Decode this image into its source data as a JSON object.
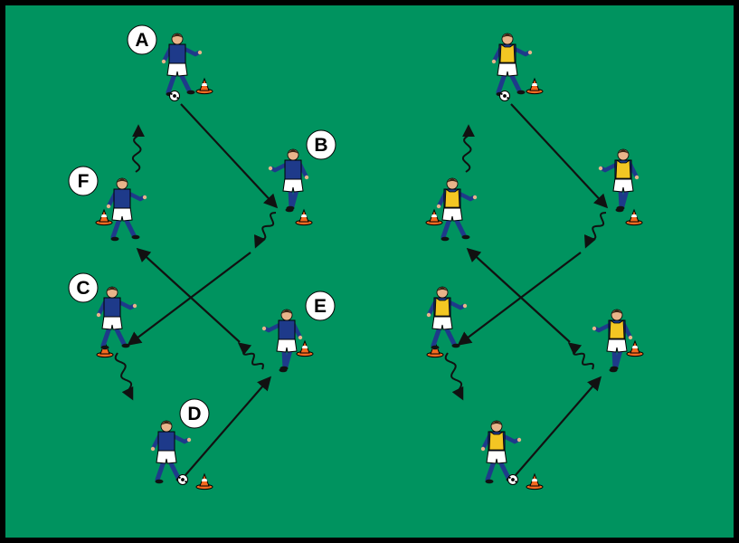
{
  "colors": {
    "pitch": "#00935f",
    "border": "#000000",
    "kit_blue": "#1e3a8a",
    "kit_shorts": "#ffffff",
    "bib_yellow": "#f3c623",
    "cone_orange": "#f26a21",
    "skin": "#e8b48a",
    "arrow": "#111111"
  },
  "labels": [
    {
      "id": "A",
      "text": "A"
    },
    {
      "id": "B",
      "text": "B"
    },
    {
      "id": "C",
      "text": "C"
    },
    {
      "id": "D",
      "text": "D"
    },
    {
      "id": "E",
      "text": "E"
    },
    {
      "id": "F",
      "text": "F"
    }
  ],
  "drill_groups": [
    {
      "name": "left",
      "kit": "blue"
    },
    {
      "name": "right",
      "kit": "yellow-bib"
    }
  ]
}
